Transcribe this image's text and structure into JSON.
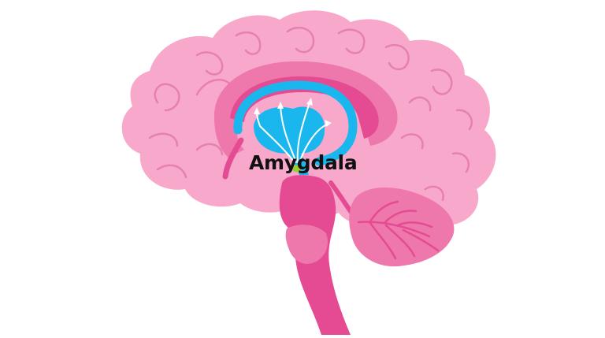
{
  "diagram": {
    "label": "Amygdala",
    "colors": {
      "brain_light": "#F8A9CB",
      "brain_mid": "#EE78AC",
      "brain_deep": "#E54B92",
      "fold_line": "#E680AE",
      "limbic_blue": "#19B7EE",
      "amygdala_dot": "#9ACD32",
      "label_text": "#111111"
    },
    "icons": [
      "brain-illustration",
      "amygdala-marker",
      "signal-arrows"
    ]
  }
}
